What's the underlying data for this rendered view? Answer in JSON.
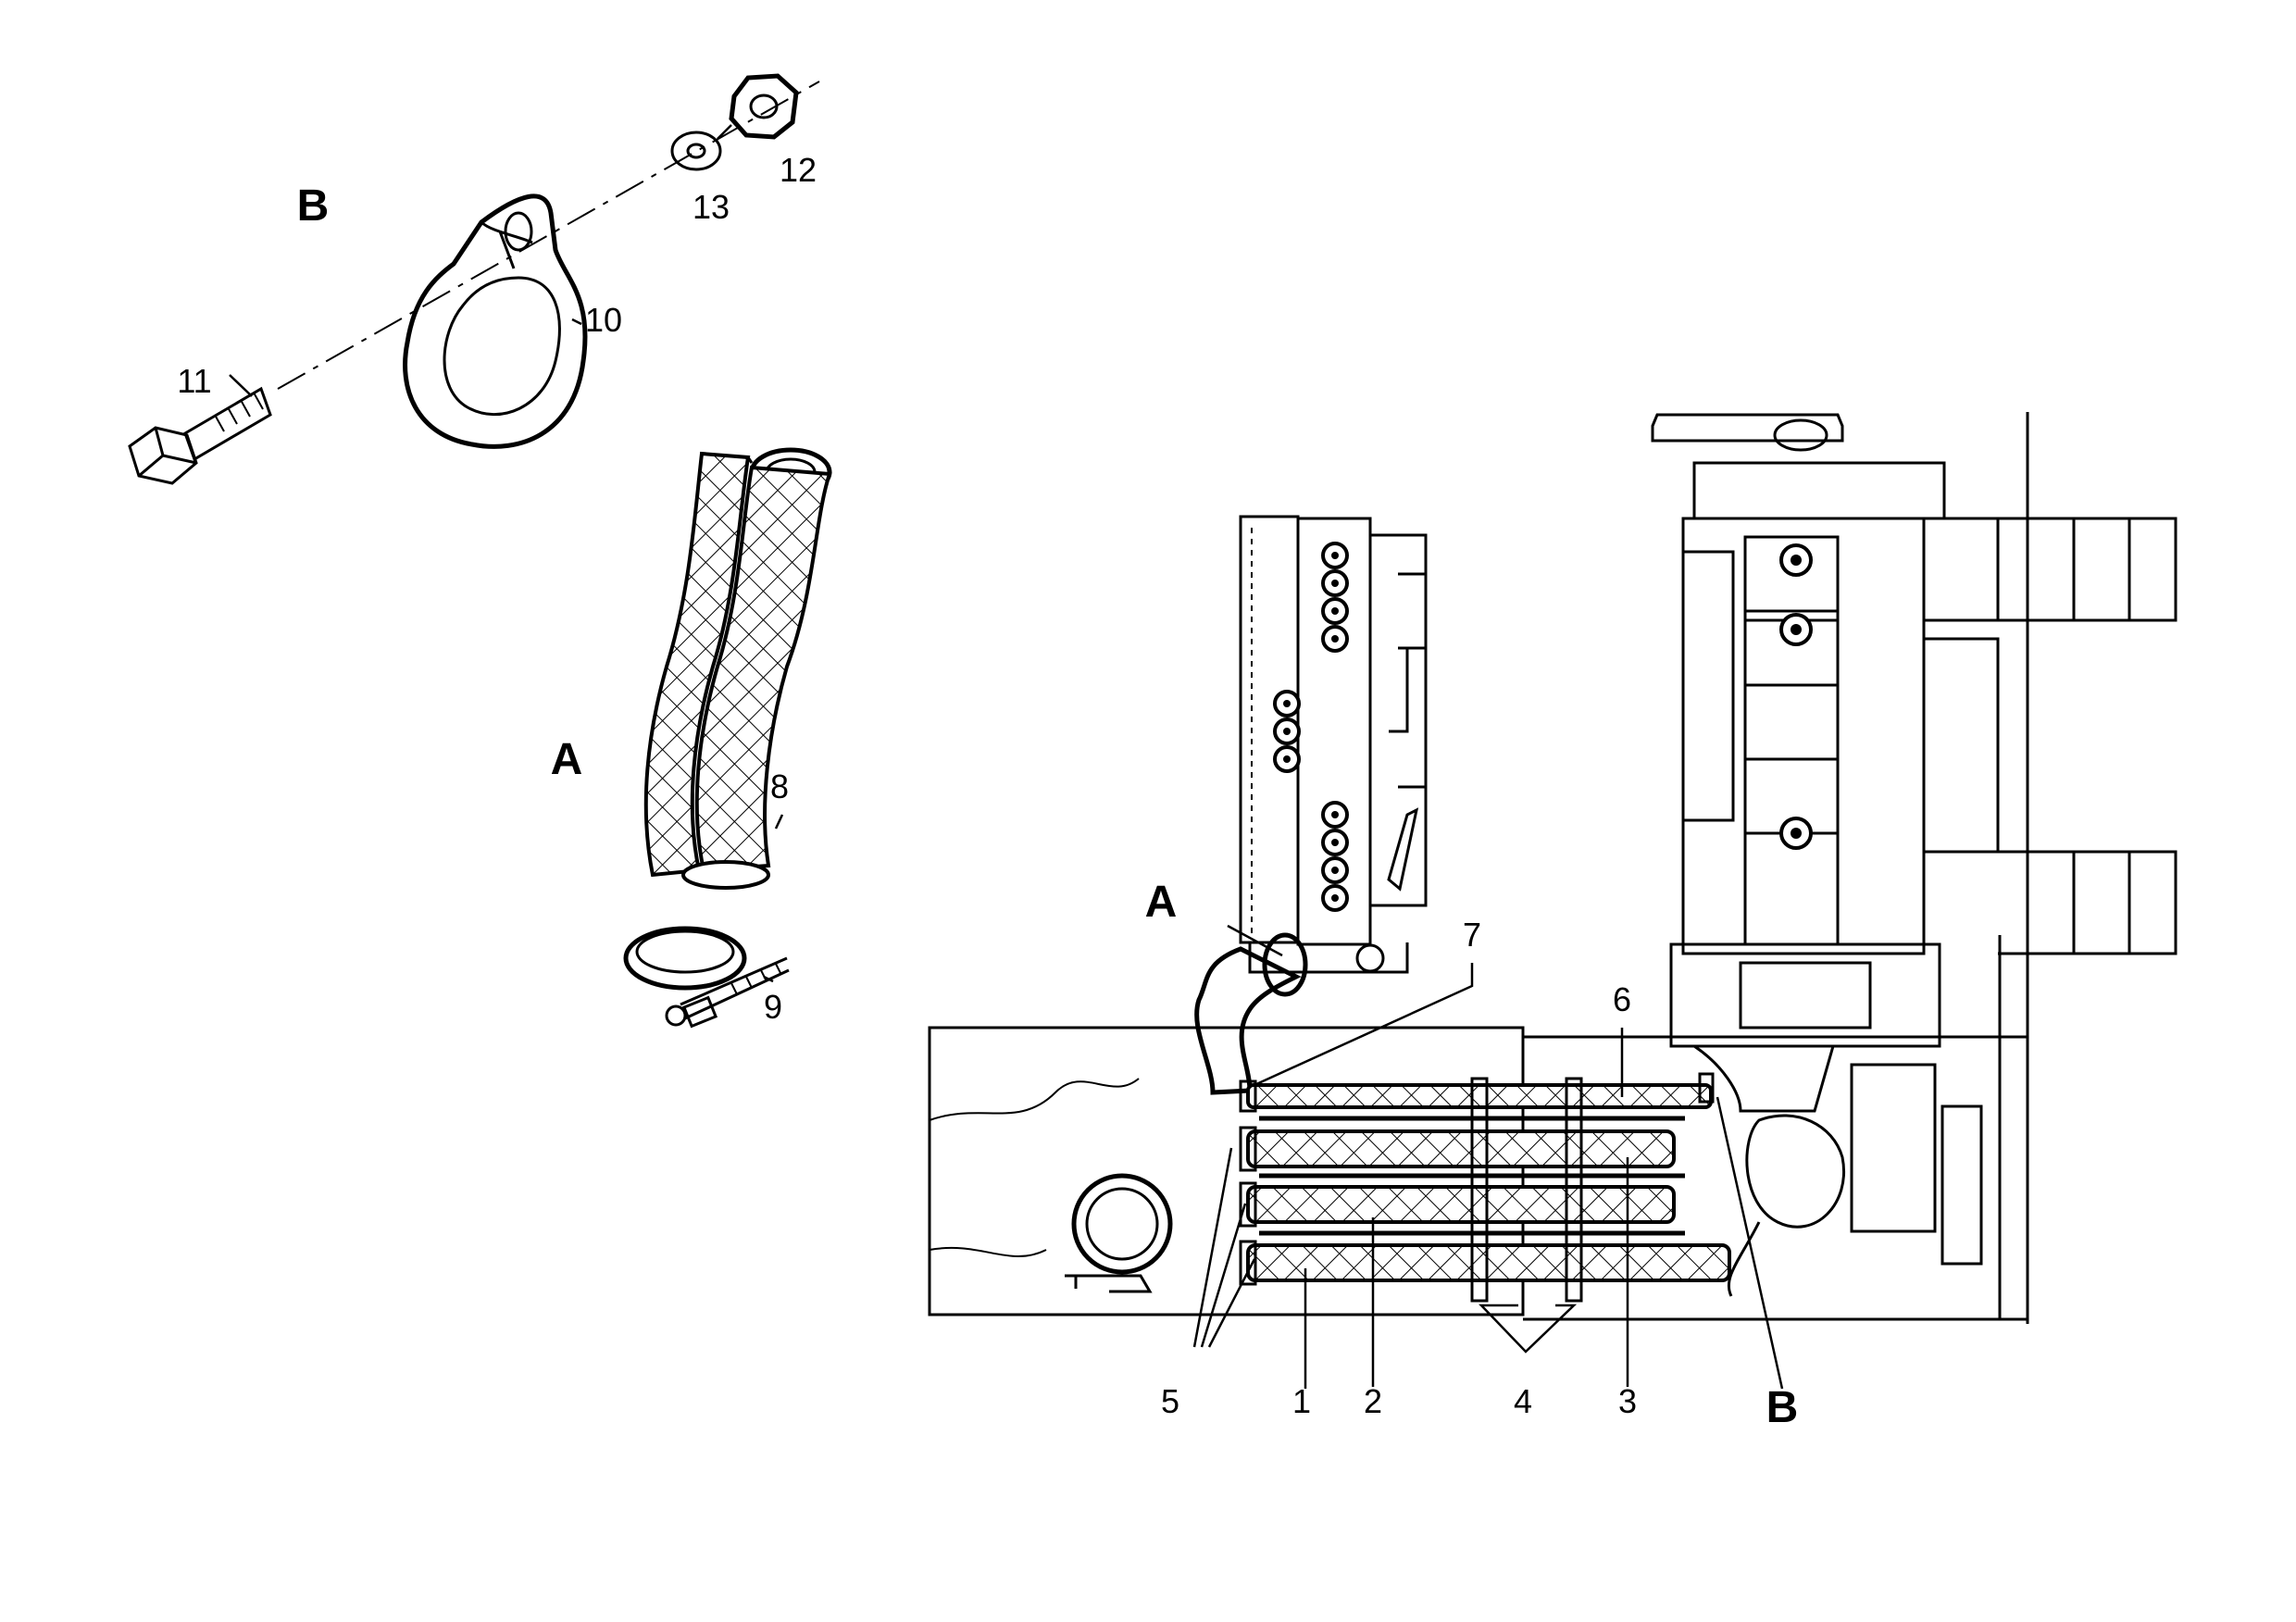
{
  "callouts": {
    "n1": "1",
    "n2": "2",
    "n3": "3",
    "n4": "4",
    "n5": "5",
    "n6": "6",
    "n7": "7",
    "n8": "8",
    "n9": "9",
    "n10": "10",
    "n11": "11",
    "n12": "12",
    "n13": "13",
    "a_detail": "A",
    "b_detail": "B",
    "a_main": "A",
    "b_main": "B"
  },
  "colors": {
    "ink": "#000000",
    "paper": "#ffffff"
  }
}
